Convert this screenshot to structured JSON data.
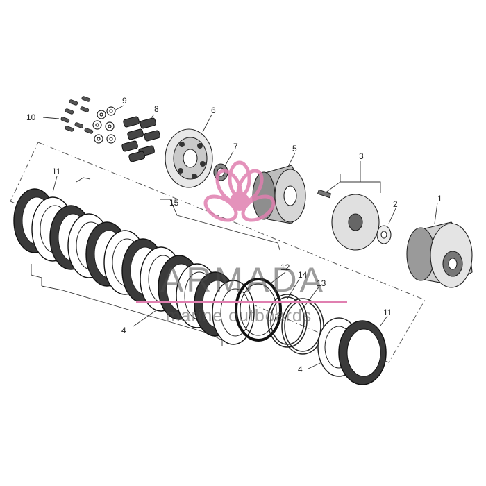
{
  "diagram": {
    "callouts": [
      {
        "id": "c1",
        "text": "1"
      },
      {
        "id": "c2",
        "text": "2"
      },
      {
        "id": "c3",
        "text": "3"
      },
      {
        "id": "c4a",
        "text": "4"
      },
      {
        "id": "c4b",
        "text": "4"
      },
      {
        "id": "c5",
        "text": "5"
      },
      {
        "id": "c6",
        "text": "6"
      },
      {
        "id": "c7",
        "text": "7"
      },
      {
        "id": "c8",
        "text": "8"
      },
      {
        "id": "c9",
        "text": "9"
      },
      {
        "id": "c10",
        "text": "10"
      },
      {
        "id": "c11a",
        "text": "11"
      },
      {
        "id": "c11b",
        "text": "11"
      },
      {
        "id": "c12",
        "text": "12"
      },
      {
        "id": "c13",
        "text": "13"
      },
      {
        "id": "c14",
        "text": "14"
      },
      {
        "id": "c15",
        "text": "15"
      }
    ]
  },
  "watermark": {
    "title": "ARMADA",
    "subtitle": "marine outboards",
    "accent_color": "#e07fb0",
    "text_color": "#4a4a4a"
  },
  "colors": {
    "line": "#222222",
    "plate_fill": "#3a3a3a",
    "background": "#ffffff"
  }
}
